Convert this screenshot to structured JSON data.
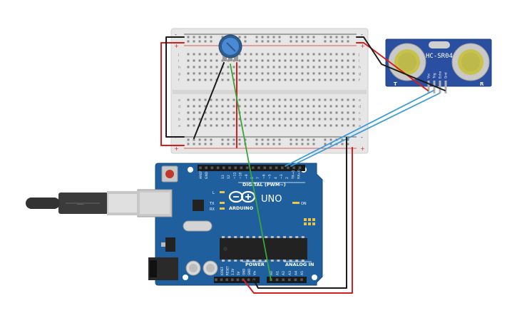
{
  "arduino": {
    "brand": "ARDUINO",
    "model": "UNO",
    "digital_header": "DIGITAL (PWM~)",
    "power_header": "POWER",
    "analog_header": "ANALOG IN",
    "on_label": "ON",
    "l_label": "L",
    "tx_label": "TX",
    "rx_label": "RX",
    "aref_label": "AREF",
    "gnd_label": "GND",
    "digital_pins": [
      "13",
      "12",
      "~11",
      "~10",
      "~9",
      "8",
      "7",
      "~6",
      "~5",
      "4",
      "~3",
      "2",
      "TX→1",
      "RX←0"
    ],
    "power_pins": [
      "IOREF",
      "RESET",
      "3.3V",
      "5V",
      "GND",
      "GND",
      "Vin"
    ],
    "analog_pins": [
      "A0",
      "A1",
      "A2",
      "A3",
      "A4",
      "A5"
    ]
  },
  "sensor": {
    "name": "HC-SR04",
    "pins": [
      "Vcc",
      "Trig",
      "Echo",
      "Gnd"
    ],
    "left_mark": "T",
    "right_mark": "R"
  },
  "breadboard": {
    "row_letters_top": [
      "j",
      "i",
      "h",
      "g",
      "f"
    ],
    "row_letters_bottom": [
      "e",
      "d",
      "c",
      "b",
      "a"
    ],
    "columns": 30,
    "plus": "+",
    "minus": "-"
  },
  "colors": {
    "board": "#1f5f9e",
    "wire_red": "#d41f1f",
    "wire_black": "#1a1a1a",
    "wire_green": "#3aa53a",
    "wire_blue": "#3a9bd6",
    "sensor": "#2b4fa0"
  }
}
